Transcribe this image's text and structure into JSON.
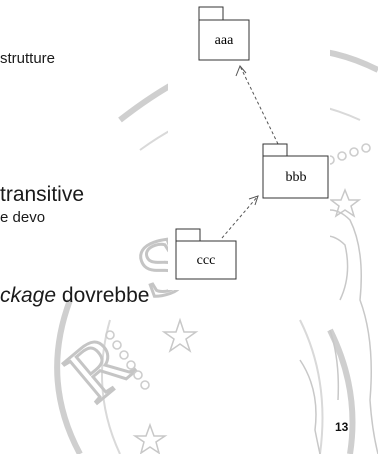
{
  "slide": {
    "text_lines": [
      {
        "id": "line1",
        "text": "strutture"
      },
      {
        "id": "line2",
        "text": "transitive"
      },
      {
        "id": "line3",
        "text": "e devo"
      },
      {
        "id": "line4_part1",
        "text": "ckage"
      },
      {
        "id": "line4_part2",
        "text": "dovrebbe"
      }
    ],
    "page_number": "13"
  },
  "diagram": {
    "packages": [
      {
        "id": "aaa",
        "label": "aaa"
      },
      {
        "id": "bbb",
        "label": "bbb"
      },
      {
        "id": "ccc",
        "label": "ccc"
      }
    ],
    "dependencies": [
      {
        "from": "bbb",
        "to": "aaa"
      },
      {
        "from": "ccc",
        "to": "bbb"
      }
    ]
  },
  "colors": {
    "background": "#ffffff",
    "watermark": "#c8c8c8",
    "text": "#1a1a1a"
  }
}
